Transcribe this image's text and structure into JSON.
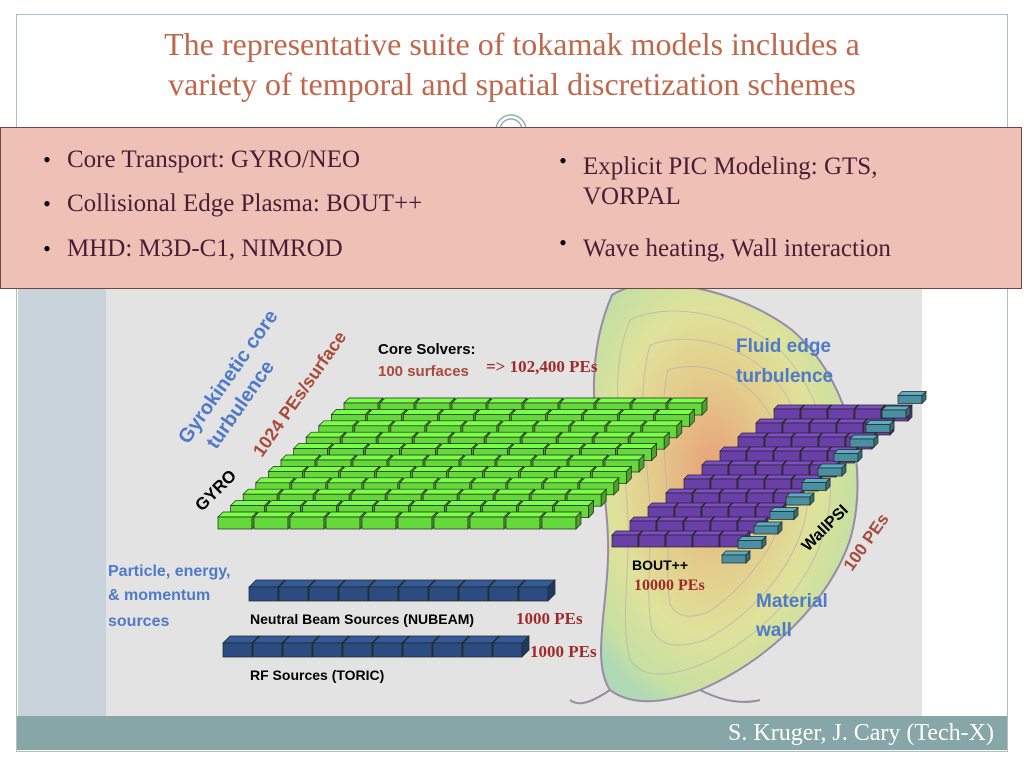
{
  "title": {
    "line1": "The representative suite of tokamak models includes a",
    "line2": "variety of temporal and spatial discretization schemes"
  },
  "bullets_left": [
    "Core Transport: GYRO/NEO",
    "Collisional Edge Plasma: BOUT++",
    "MHD: M3D-C1, NIMROD"
  ],
  "bullets_right": [
    {
      "line1": "Explicit PIC Modeling: GTS,",
      "line2": "VORPAL"
    },
    {
      "line1": "Wave heating, Wall interaction",
      "line2": ""
    }
  ],
  "bullet_glyph": "•",
  "diagram": {
    "gyrokinetic_label": {
      "line1": "Gyrokinetic core",
      "line2": "turbulence"
    },
    "pes_per_surface": "1024 PEs/surface",
    "gyro": "GYRO",
    "core_solvers": {
      "line1": "Core Solvers:",
      "line2": "100 surfaces"
    },
    "core_pes": "=> 102,400 PEs",
    "fluid_edge": {
      "line1": "Fluid edge",
      "line2": "turbulence"
    },
    "bout": "BOUT++",
    "bout_pes": "10000 PEs",
    "wallpsi": "WallPSI",
    "wall_pes": "100 PEs",
    "material_wall": {
      "line1": "Material",
      "line2": "wall"
    },
    "particle_sources": {
      "line1": "Particle, energy,",
      "line2": "& momentum",
      "line3": "sources"
    },
    "nubeam": "Neutral Beam Sources (NUBEAM)",
    "nubeam_pes": "1000 PEs",
    "rf": "RF Sources (TORIC)",
    "rf_pes": "1000 PEs"
  },
  "colors": {
    "title": "#c0664a",
    "bullet_box": "#efc1b6",
    "gyro_grid": "#66d83c",
    "bout_grid": "#6b3fa8",
    "wall_blocks": "#4c8fa3",
    "beam_blocks": "#2c4b80",
    "blue_label": "#4f7ac9",
    "red_label": "#a02a2a",
    "footer": "#86a6a8"
  },
  "footer": "S. Kruger, J. Cary (Tech-X)"
}
